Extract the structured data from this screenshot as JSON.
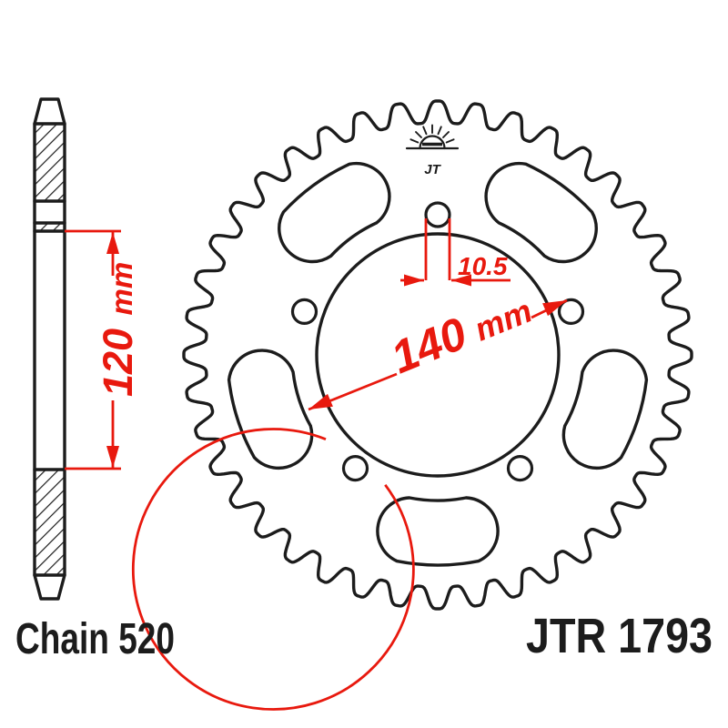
{
  "title": "JT rear sprocket technical drawing",
  "colors": {
    "outline": "#1c1c1c",
    "dimension_red": "#e8190e",
    "background": "#ffffff"
  },
  "labels": {
    "chain": "Chain 520",
    "part_number": "JTR 1793",
    "logo_text": "JT"
  },
  "dimensions": {
    "bore_diameter": {
      "value": "120",
      "unit": "mm"
    },
    "bolt_circle_diameter": {
      "value": "140",
      "unit": "mm"
    },
    "bolt_hole_diameter": {
      "value": "10.5"
    }
  },
  "sprocket": {
    "teeth_count": 40,
    "bolt_hole_count": 5,
    "cutout_count": 5,
    "logo_ray_count": 9
  }
}
